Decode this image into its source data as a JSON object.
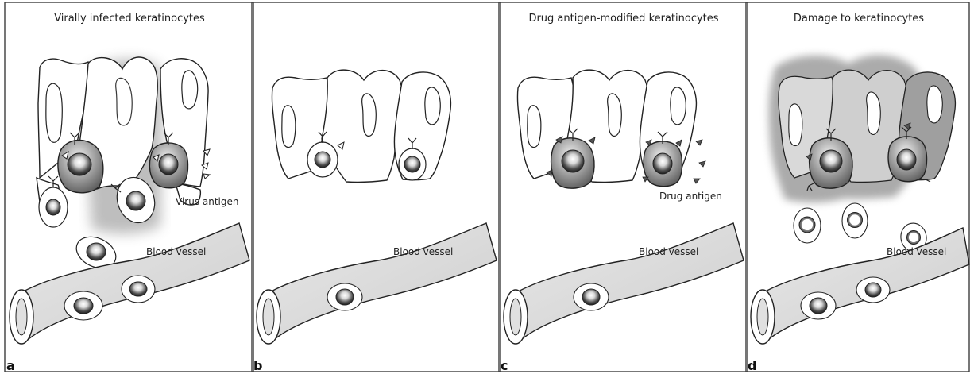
{
  "panels": [
    {
      "letter": "a",
      "title": "Virally infected keratinocytes",
      "labels": [
        "Virus antigen",
        "Blood vessel"
      ]
    },
    {
      "letter": "b",
      "title": "",
      "labels": [
        "Blood vessel"
      ]
    },
    {
      "letter": "c",
      "title": "Drug antigen-modified keratinocytes",
      "labels": [
        "Drug antigen",
        "Blood vessel"
      ]
    },
    {
      "letter": "d",
      "title": "Damage to keratinocytes",
      "labels": [
        "Blood vessel"
      ]
    }
  ],
  "colors": {
    "outline": "#222222",
    "vessel_fill": "#d8d8d8",
    "cell_dark": "#4a4a4a",
    "shadow": "#6f6f6f"
  }
}
